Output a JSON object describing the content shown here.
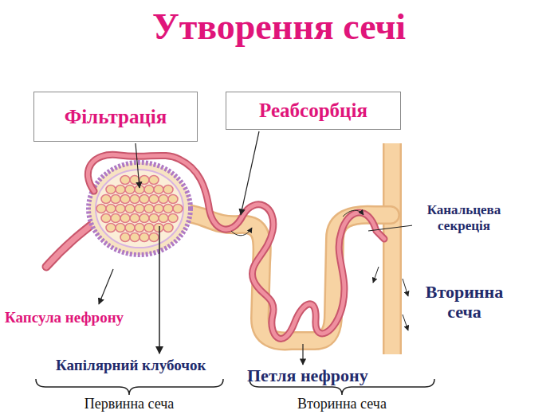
{
  "diagram": {
    "title": "Утворення сечі",
    "nodes": [
      {
        "text": [
          "Фільтрація"
        ]
      },
      {
        "text": [
          "Реабсорбція"
        ]
      }
    ],
    "labels": [
      "Канальцева секреція",
      "Вторинна сеча",
      "Капсула нефрону",
      "Капілярний клубочок",
      "Петля нефрону",
      "Первинна сеча",
      "Вторинна сеча"
    ]
  }
}
